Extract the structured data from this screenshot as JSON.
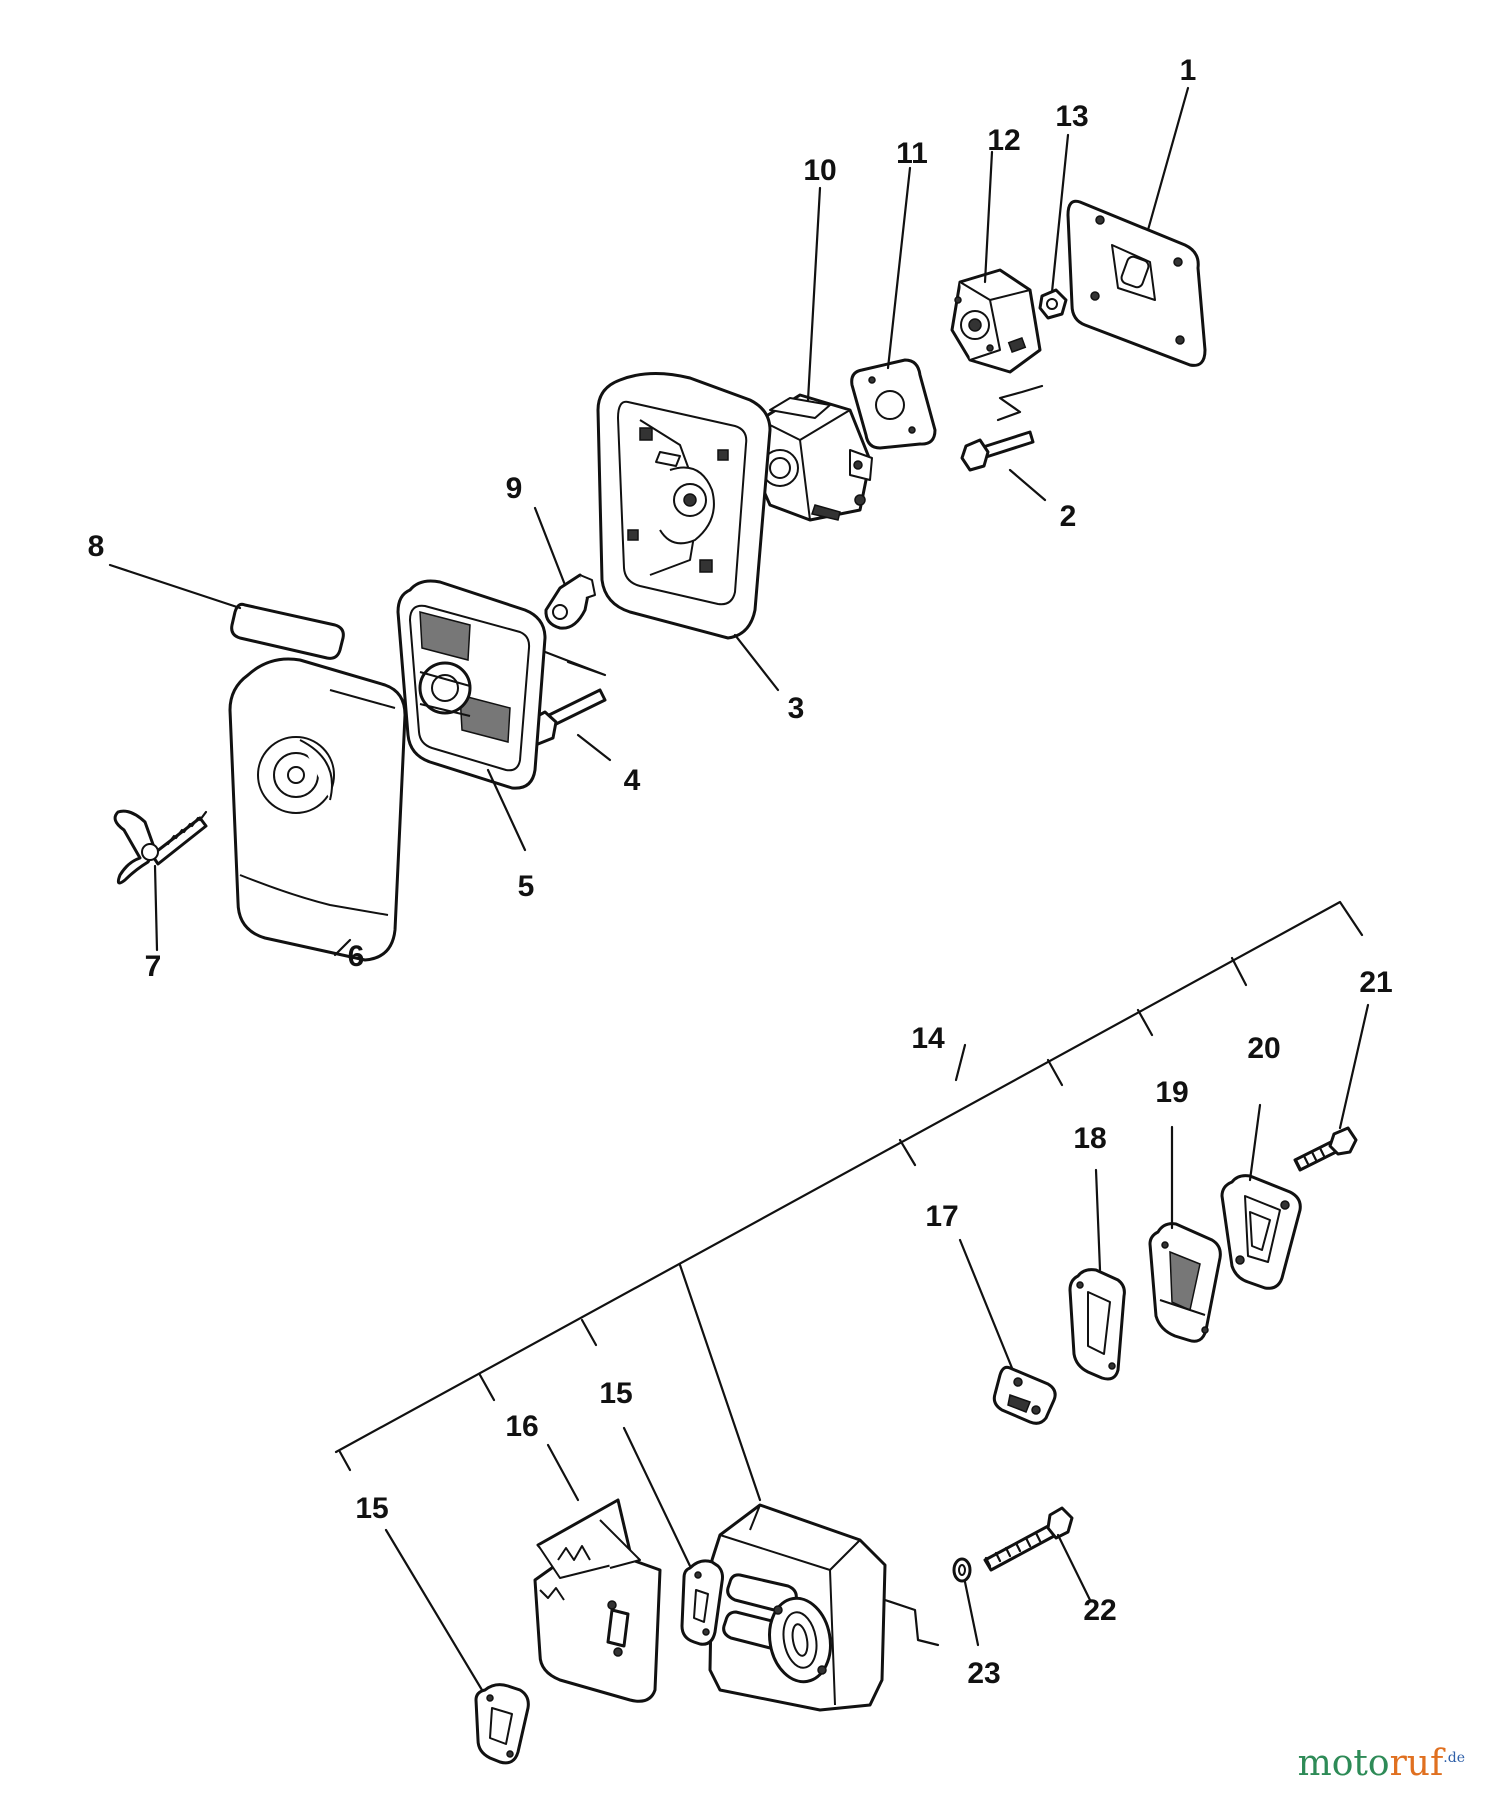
{
  "diagram": {
    "callouts": [
      {
        "id": "c1",
        "text": "1"
      },
      {
        "id": "c2",
        "text": "2"
      },
      {
        "id": "c3",
        "text": "3"
      },
      {
        "id": "c4",
        "text": "4"
      },
      {
        "id": "c5",
        "text": "5"
      },
      {
        "id": "c6",
        "text": "6"
      },
      {
        "id": "c7",
        "text": "7"
      },
      {
        "id": "c8",
        "text": "8"
      },
      {
        "id": "c9",
        "text": "9"
      },
      {
        "id": "c10",
        "text": "10"
      },
      {
        "id": "c11",
        "text": "11"
      },
      {
        "id": "c12",
        "text": "12"
      },
      {
        "id": "c13",
        "text": "13"
      },
      {
        "id": "c14",
        "text": "14"
      },
      {
        "id": "c15a",
        "text": "15"
      },
      {
        "id": "c15b",
        "text": "15"
      },
      {
        "id": "c16",
        "text": "16"
      },
      {
        "id": "c17",
        "text": "17"
      },
      {
        "id": "c18",
        "text": "18"
      },
      {
        "id": "c19",
        "text": "19"
      },
      {
        "id": "c20",
        "text": "20"
      },
      {
        "id": "c21",
        "text": "21"
      },
      {
        "id": "c22",
        "text": "22"
      },
      {
        "id": "c23",
        "text": "23"
      }
    ]
  },
  "watermark": {
    "main": "moto",
    "accent": "ruf",
    "tld": ".de"
  },
  "colors": {
    "line": "#111111",
    "background": "#ffffff",
    "watermark_green": "#2e8b57",
    "watermark_orange": "#e07020"
  }
}
